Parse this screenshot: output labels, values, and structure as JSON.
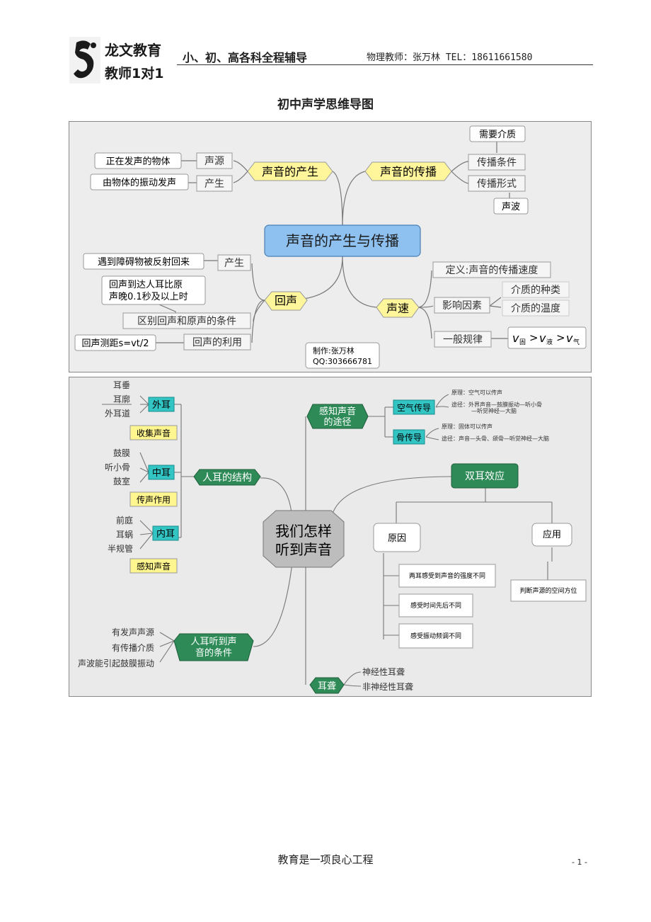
{
  "header": {
    "logo_text_1": "龙文教育",
    "logo_text_2": "教师1对1",
    "tagline": "小、初、高各科全程辅导",
    "teacher": "物理教师：张万林 TEL：18611661580"
  },
  "title": "初中声学思维导图",
  "map1": {
    "center": "声音的产生与传播",
    "produce": {
      "label": "声音的产生",
      "source_label": "声源",
      "source_desc": "正在发声的物体",
      "produce_label": "产生",
      "produce_desc": "由物体的振动发声"
    },
    "propagate": {
      "label": "声音的传播",
      "cond_label": "传播条件",
      "cond_desc": "需要介质",
      "form_label": "传播形式",
      "form_desc": "声波"
    },
    "echo": {
      "label": "回声",
      "produce_label": "产生",
      "produce_desc": "遇到障碍物被反射回来",
      "diff_label": "区别回声和原声的条件",
      "diff_desc_1": "回声到达人耳比原",
      "diff_desc_2": "声晚0.1秒及以上时",
      "use_label": "回声的利用",
      "use_desc": "回声测距s=vt/2"
    },
    "speed": {
      "label": "声速",
      "definition": "定义:声音的传播速度",
      "factors_label": "影响因素",
      "factor_1": "介质的种类",
      "factor_2": "介质的温度",
      "rule_label": "一般规律",
      "rule_v1": "v",
      "rule_s1": "固",
      "rule_v2": "v",
      "rule_s2": "液",
      "rule_v3": "v",
      "rule_s3": "气",
      "rule_gt": ">"
    },
    "credit_1": "制作:张万林",
    "credit_2": "QQ:303666781"
  },
  "map2": {
    "center_1": "我们怎样",
    "center_2": "听到声音",
    "ear_structure": {
      "label": "人耳的结构",
      "outer": "外耳",
      "outer_parts": [
        "耳垂",
        "耳廓",
        "外耳道"
      ],
      "outer_func": "收集声音",
      "middle": "中耳",
      "middle_parts": [
        "鼓膜",
        "听小骨",
        "鼓室"
      ],
      "middle_func": "传声作用",
      "inner": "内耳",
      "inner_parts": [
        "前庭",
        "耳蜗",
        "半规管"
      ],
      "inner_func": "感知声音"
    },
    "conditions": {
      "label_1": "人耳听到声",
      "label_2": "音的条件",
      "items": [
        "有发声声源",
        "有传播介质",
        "声波能引起鼓膜振动"
      ]
    },
    "paths": {
      "label_1": "感知声音",
      "label_2": "的途径",
      "air": "空气传导",
      "air_principle": "原理：空气可以传声",
      "air_path_1": "途径：外界声音—鼓膜振动—听小骨",
      "air_path_2": "—听觉神经—大脑",
      "bone": "骨传导",
      "bone_principle": "原理：固体可以传声",
      "bone_path": "途径：声音—头骨、颌骨—听觉神经—大脑"
    },
    "binaural": {
      "label": "双耳效应",
      "cause": "原因",
      "causes": [
        "两耳感受到声音的强度不同",
        "感受时间先后不同",
        "感受振动频调不同"
      ],
      "application": "应用",
      "application_desc": "判断声源的空间方位"
    },
    "deafness": {
      "label": "耳聋",
      "items": [
        "神经性耳聋",
        "非神经性耳聋"
      ]
    }
  },
  "footer": {
    "motto": "教育是一项良心工程",
    "page": "- 1 -"
  }
}
